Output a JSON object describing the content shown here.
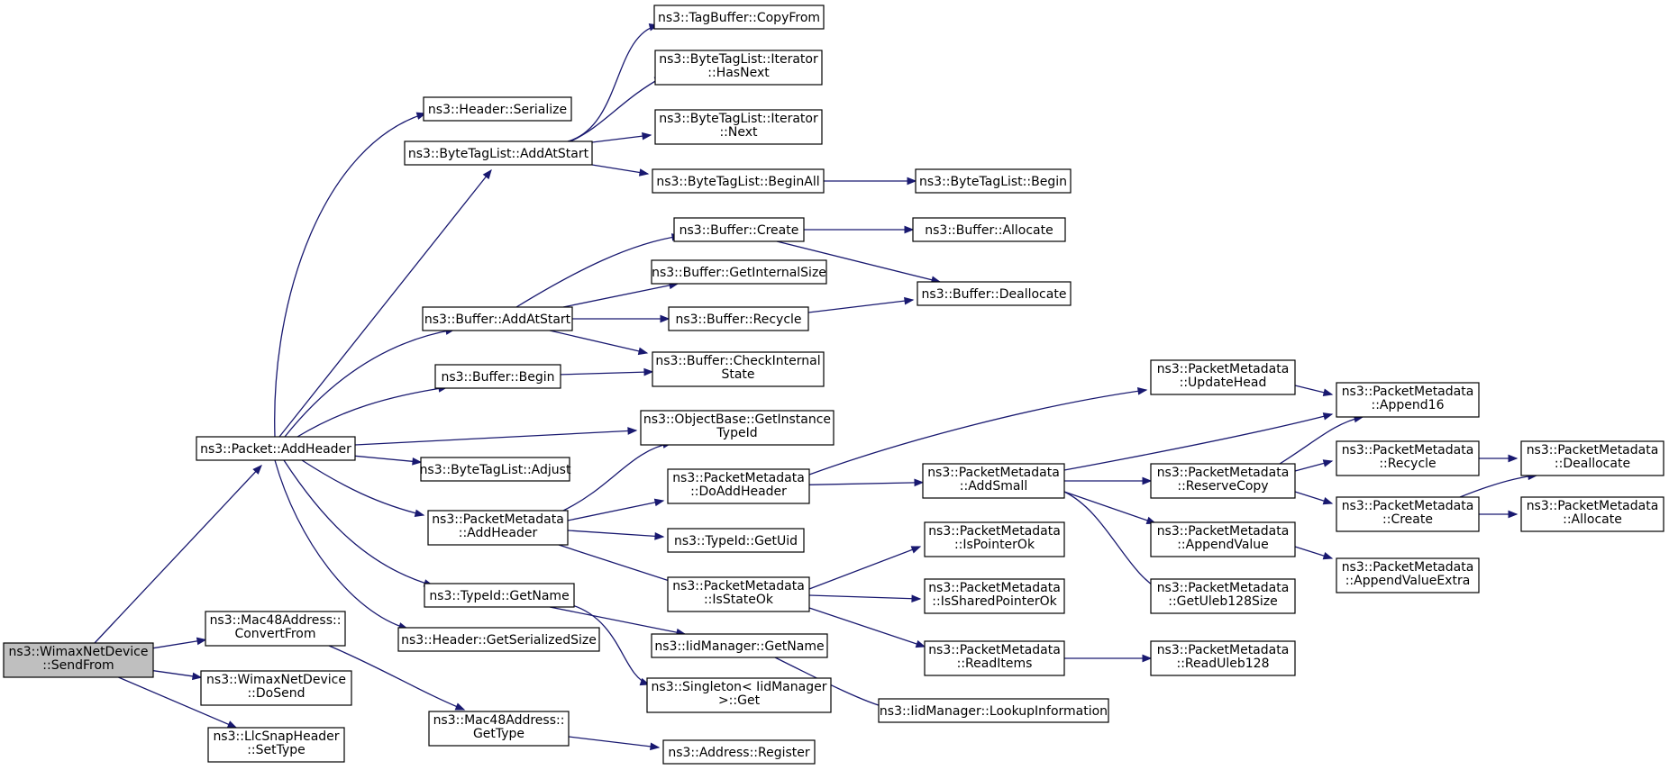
{
  "colors": {
    "edge": "#191970",
    "node_fill": "#ffffff",
    "root_fill": "#bfbfbf",
    "border": "#000000"
  },
  "nodes": [
    {
      "id": "root",
      "name": "wimax-send-from-node",
      "lines": [
        "ns3::WimaxNetDevice",
        "::SendFrom"
      ],
      "root": true
    },
    {
      "id": "pah",
      "name": "packet-add-header-node",
      "lines": [
        "ns3::Packet::AddHeader"
      ]
    },
    {
      "id": "macconv",
      "name": "mac48-convert-from-node",
      "lines": [
        "ns3::Mac48Address::",
        "ConvertFrom"
      ]
    },
    {
      "id": "dosend",
      "name": "wimax-do-send-node",
      "lines": [
        "ns3::WimaxNetDevice",
        "::DoSend"
      ]
    },
    {
      "id": "llc",
      "name": "llc-snap-set-type-node",
      "lines": [
        "ns3::LlcSnapHeader",
        "::SetType"
      ]
    },
    {
      "id": "hser",
      "name": "header-serialize-node",
      "lines": [
        "ns3::Header::Serialize"
      ]
    },
    {
      "id": "btlas",
      "name": "bytetaglist-add-at-start-node",
      "lines": [
        "ns3::ByteTagList::AddAtStart"
      ]
    },
    {
      "id": "bufas",
      "name": "buffer-add-at-start-node",
      "lines": [
        "ns3::Buffer::AddAtStart"
      ]
    },
    {
      "id": "bufbegin",
      "name": "buffer-begin-node",
      "lines": [
        "ns3::Buffer::Begin"
      ]
    },
    {
      "id": "btladj",
      "name": "bytetaglist-adjust-node",
      "lines": [
        "ns3::ByteTagList::Adjust"
      ]
    },
    {
      "id": "pmah",
      "name": "packetmetadata-add-header-node",
      "lines": [
        "ns3::PacketMetadata",
        "::AddHeader"
      ]
    },
    {
      "id": "tidname",
      "name": "typeid-get-name-node",
      "lines": [
        "ns3::TypeId::GetName"
      ]
    },
    {
      "id": "hgss",
      "name": "header-get-serialized-size-node",
      "lines": [
        "ns3::Header::GetSerializedSize"
      ]
    },
    {
      "id": "macgt",
      "name": "mac48-get-type-node",
      "lines": [
        "ns3::Mac48Address::",
        "GetType"
      ]
    },
    {
      "id": "tbcf",
      "name": "tagbuffer-copy-from-node",
      "lines": [
        "ns3::TagBuffer::CopyFrom"
      ]
    },
    {
      "id": "itnext",
      "name": "iterator-has-next-node",
      "lines": [
        "ns3::ByteTagList::Iterator",
        "::HasNext"
      ]
    },
    {
      "id": "itnxt",
      "name": "iterator-next-node",
      "lines": [
        "ns3::ByteTagList::Iterator",
        "::Next"
      ]
    },
    {
      "id": "btlba",
      "name": "bytetaglist-begin-all-node",
      "lines": [
        "ns3::ByteTagList::BeginAll"
      ]
    },
    {
      "id": "btlb",
      "name": "bytetaglist-begin-node",
      "lines": [
        "ns3::ByteTagList::Begin"
      ]
    },
    {
      "id": "bufcreate",
      "name": "buffer-create-node",
      "lines": [
        "ns3::Buffer::Create"
      ]
    },
    {
      "id": "bufalloc",
      "name": "buffer-allocate-node",
      "lines": [
        "ns3::Buffer::Allocate"
      ]
    },
    {
      "id": "bufgis",
      "name": "buffer-get-internal-size-node",
      "lines": [
        "ns3::Buffer::GetInternalSize"
      ]
    },
    {
      "id": "bufdealloc",
      "name": "buffer-deallocate-node",
      "lines": [
        "ns3::Buffer::Deallocate"
      ]
    },
    {
      "id": "bufrec",
      "name": "buffer-recycle-node",
      "lines": [
        "ns3::Buffer::Recycle"
      ]
    },
    {
      "id": "bufcis",
      "name": "buffer-check-internal-state-node",
      "lines": [
        "ns3::Buffer::CheckInternal",
        "State"
      ]
    },
    {
      "id": "obgit",
      "name": "objectbase-get-instance-typeid-node",
      "lines": [
        "ns3::ObjectBase::GetInstance",
        "TypeId"
      ]
    },
    {
      "id": "pmdah",
      "name": "packetmetadata-do-add-header-node",
      "lines": [
        "ns3::PacketMetadata",
        "::DoAddHeader"
      ]
    },
    {
      "id": "tiduid",
      "name": "typeid-get-uid-node",
      "lines": [
        "ns3::TypeId::GetUid"
      ]
    },
    {
      "id": "pmiso",
      "name": "packetmetadata-is-state-ok-node",
      "lines": [
        "ns3::PacketMetadata",
        "::IsStateOk"
      ]
    },
    {
      "id": "iidgn",
      "name": "iidmanager-get-name-node",
      "lines": [
        "ns3::IidManager::GetName"
      ]
    },
    {
      "id": "singleton",
      "name": "singleton-get-node",
      "lines": [
        "ns3::Singleton< IidManager",
        ">::Get"
      ]
    },
    {
      "id": "addrreg",
      "name": "address-register-node",
      "lines": [
        "ns3::Address::Register"
      ]
    },
    {
      "id": "pmuh",
      "name": "packetmetadata-update-head-node",
      "lines": [
        "ns3::PacketMetadata",
        "::UpdateHead"
      ]
    },
    {
      "id": "pmas",
      "name": "packetmetadata-add-small-node",
      "lines": [
        "ns3::PacketMetadata",
        "::AddSmall"
      ]
    },
    {
      "id": "pmipo",
      "name": "packetmetadata-is-pointer-ok-node",
      "lines": [
        "ns3::PacketMetadata",
        "::IsPointerOk"
      ]
    },
    {
      "id": "pmispo",
      "name": "packetmetadata-is-shared-pointer-ok-node",
      "lines": [
        "ns3::PacketMetadata",
        "::IsSharedPointerOk"
      ]
    },
    {
      "id": "pmri",
      "name": "packetmetadata-read-items-node",
      "lines": [
        "ns3::PacketMetadata",
        "::ReadItems"
      ]
    },
    {
      "id": "iidli",
      "name": "iidmanager-lookup-information-node",
      "lines": [
        "ns3::IidManager::LookupInformation"
      ]
    },
    {
      "id": "pma16",
      "name": "packetmetadata-append16-node",
      "lines": [
        "ns3::PacketMetadata",
        "::Append16"
      ]
    },
    {
      "id": "pmrc",
      "name": "packetmetadata-reserve-copy-node",
      "lines": [
        "ns3::PacketMetadata",
        "::ReserveCopy"
      ]
    },
    {
      "id": "pmav",
      "name": "packetmetadata-append-value-node",
      "lines": [
        "ns3::PacketMetadata",
        "::AppendValue"
      ]
    },
    {
      "id": "pmgus",
      "name": "packetmetadata-get-uleb128-size-node",
      "lines": [
        "ns3::PacketMetadata",
        "::GetUleb128Size"
      ]
    },
    {
      "id": "pmru",
      "name": "packetmetadata-read-uleb128-node",
      "lines": [
        "ns3::PacketMetadata",
        "::ReadUleb128"
      ]
    },
    {
      "id": "pmrec",
      "name": "packetmetadata-recycle-node",
      "lines": [
        "ns3::PacketMetadata",
        "::Recycle"
      ]
    },
    {
      "id": "pmcr",
      "name": "packetmetadata-create-node",
      "lines": [
        "ns3::PacketMetadata",
        "::Create"
      ]
    },
    {
      "id": "pmave",
      "name": "packetmetadata-append-value-extra-node",
      "lines": [
        "ns3::PacketMetadata",
        "::AppendValueExtra"
      ]
    },
    {
      "id": "pmdealloc",
      "name": "packetmetadata-deallocate-node",
      "lines": [
        "ns3::PacketMetadata",
        "::Deallocate"
      ]
    },
    {
      "id": "pmalloc",
      "name": "packetmetadata-allocate-node",
      "lines": [
        "ns3::PacketMetadata",
        "::Allocate"
      ]
    }
  ],
  "edges": [
    [
      "root",
      "pah"
    ],
    [
      "root",
      "macconv"
    ],
    [
      "root",
      "dosend"
    ],
    [
      "root",
      "llc"
    ],
    [
      "pah",
      "hser"
    ],
    [
      "pah",
      "btlas"
    ],
    [
      "pah",
      "bufas"
    ],
    [
      "pah",
      "bufbegin"
    ],
    [
      "pah",
      "obgit"
    ],
    [
      "pah",
      "btladj"
    ],
    [
      "pah",
      "pmah"
    ],
    [
      "pah",
      "tidname"
    ],
    [
      "pah",
      "hgss"
    ],
    [
      "macconv",
      "macgt"
    ],
    [
      "btlas",
      "tbcf"
    ],
    [
      "btlas",
      "itnext"
    ],
    [
      "btlas",
      "itnxt"
    ],
    [
      "btlas",
      "btlba"
    ],
    [
      "btlba",
      "btlb"
    ],
    [
      "bufas",
      "bufcreate"
    ],
    [
      "bufas",
      "bufgis"
    ],
    [
      "bufas",
      "bufrec"
    ],
    [
      "bufas",
      "bufcis"
    ],
    [
      "bufcreate",
      "bufalloc"
    ],
    [
      "bufcreate",
      "bufdealloc"
    ],
    [
      "bufrec",
      "bufdealloc"
    ],
    [
      "bufbegin",
      "bufcis"
    ],
    [
      "pmah",
      "obgit"
    ],
    [
      "pmah",
      "pmdah"
    ],
    [
      "pmah",
      "tiduid"
    ],
    [
      "pmah",
      "pmiso"
    ],
    [
      "tidname",
      "iidgn"
    ],
    [
      "tidname",
      "singleton"
    ],
    [
      "macgt",
      "addrreg"
    ],
    [
      "pmdah",
      "pmuh"
    ],
    [
      "pmdah",
      "pmas"
    ],
    [
      "pmiso",
      "pmipo"
    ],
    [
      "pmiso",
      "pmispo"
    ],
    [
      "pmiso",
      "pmri"
    ],
    [
      "iidgn",
      "iidli"
    ],
    [
      "pmuh",
      "pma16"
    ],
    [
      "pmas",
      "pma16"
    ],
    [
      "pmas",
      "pmrc"
    ],
    [
      "pmas",
      "pmav"
    ],
    [
      "pmas",
      "pmgus"
    ],
    [
      "pmri",
      "pmru"
    ],
    [
      "pmrc",
      "pma16"
    ],
    [
      "pmrc",
      "pmrec"
    ],
    [
      "pmrc",
      "pmcr"
    ],
    [
      "pmav",
      "pmave"
    ],
    [
      "pmrec",
      "pmdealloc"
    ],
    [
      "pmcr",
      "pmdealloc"
    ],
    [
      "pmcr",
      "pmalloc"
    ]
  ]
}
